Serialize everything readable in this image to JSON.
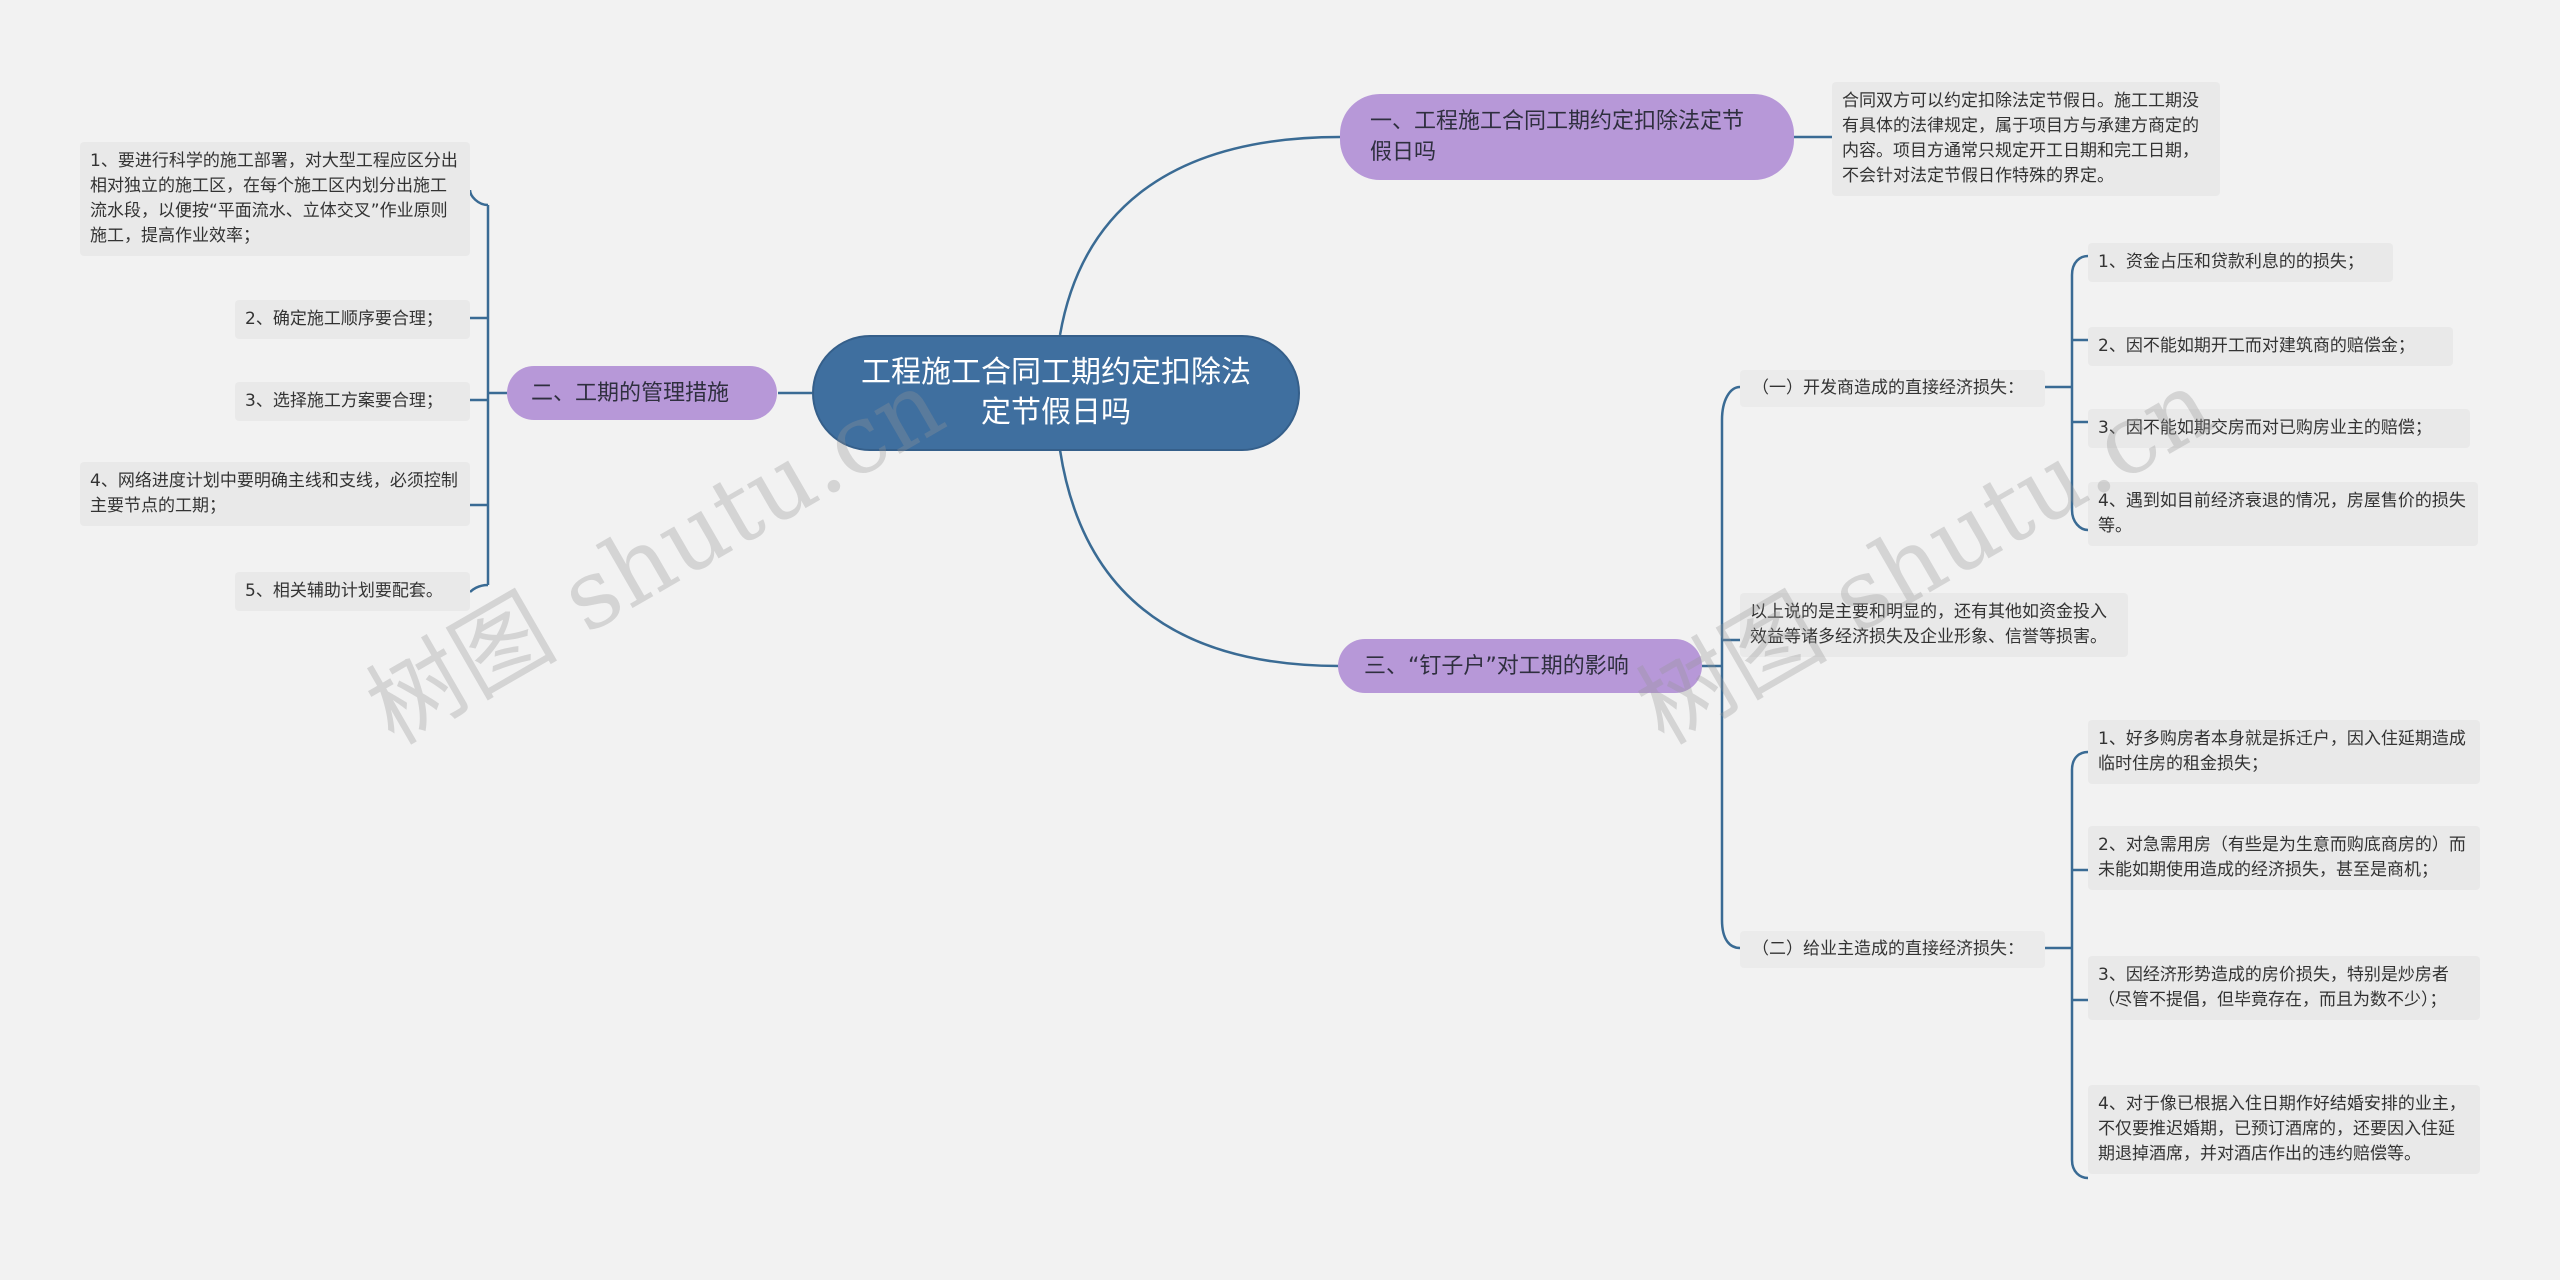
{
  "root": {
    "title": "工程施工合同工期约定扣除法定节假日吗"
  },
  "branches": {
    "b1": {
      "label": "一、工程施工合同工期约定扣除法定节假日吗",
      "note": "合同双方可以约定扣除法定节假日。施工工期没有具体的法律规定，属于项目方与承建方商定的内容。项目方通常只规定开工日期和完工日期，不会针对法定节假日作特殊的界定。"
    },
    "b2": {
      "label": "二、工期的管理措施",
      "items": [
        "1、要进行科学的施工部署，对大型工程应区分出相对独立的施工区，在每个施工区内划分出施工流水段，以便按“平面流水、立体交叉”作业原则施工，提高作业效率；",
        "2、确定施工顺序要合理；",
        "3、选择施工方案要合理；",
        "4、网络进度计划中要明确主线和支线，必须控制主要节点的工期；",
        "5、相关辅助计划要配套。"
      ]
    },
    "b3": {
      "label": "三、“钉子户”对工期的影响",
      "sub1": {
        "label": "（一）开发商造成的直接经济损失：",
        "items": [
          "1、资金占压和贷款利息的的损失；",
          "2、因不能如期开工而对建筑商的赔偿金；",
          "3、因不能如期交房而对已购房业主的赔偿；",
          "4、遇到如目前经济衰退的情况，房屋售价的损失等。"
        ]
      },
      "middle": "以上说的是主要和明显的，还有其他如资金投入效益等诸多经济损失及企业形象、信誉等损害。",
      "sub2": {
        "label": "（二）给业主造成的直接经济损失：",
        "items": [
          "1、好多购房者本身就是拆迁户，因入住延期造成临时住房的租金损失；",
          "2、对急需用房（有些是为生意而购底商房的）而未能如期使用造成的经济损失，甚至是商机；",
          "3、因经济形势造成的房价损失，特别是炒房者（尽管不提倡，但毕竟存在，而且为数不少）；",
          "4、对于像已根据入住日期作好结婚安排的业主，不仅要推迟婚期，已预订酒席的，还要因入住延期退掉酒席，并对酒店作出的违约赔偿等。"
        ]
      }
    }
  },
  "watermarks": [
    "树图 shutu.cn",
    "树图 shutu.cn"
  ],
  "colors": {
    "background": "#f2f2f2",
    "root": "#3f6f9f",
    "branch": "#b798d8",
    "leaf": "#e9e9e9",
    "connector": "#3a6b94"
  }
}
